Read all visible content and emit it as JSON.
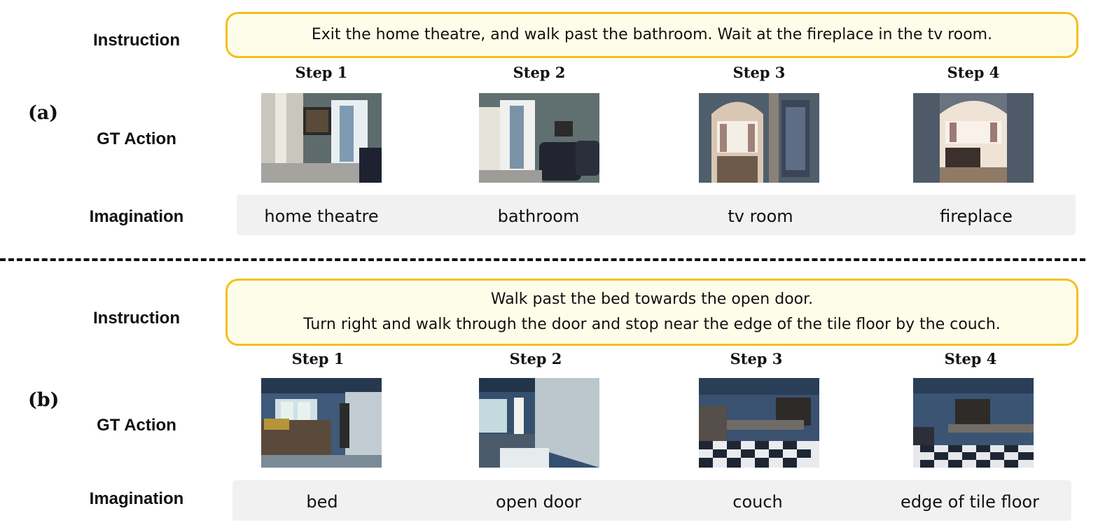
{
  "panels": [
    {
      "label": "(a)",
      "row_labels": {
        "instruction": "Instruction",
        "gt_action": "GT  Action",
        "imagination": "Imagination"
      },
      "instruction_lines": [
        "Exit the home theatre, and walk past the bathroom. Wait at the fireplace in the tv room."
      ],
      "steps": [
        {
          "label": "Step 1",
          "image": "home-theatre-doorway-photo",
          "imagination": "home theatre"
        },
        {
          "label": "Step 2",
          "image": "home-theatre-recliners-photo",
          "imagination": "bathroom"
        },
        {
          "label": "Step 3",
          "image": "archway-to-tv-room-photo",
          "imagination": "tv room"
        },
        {
          "label": "Step 4",
          "image": "tv-room-through-arch-photo",
          "imagination": "fireplace"
        }
      ]
    },
    {
      "label": "(b)",
      "row_labels": {
        "instruction": "Instruction",
        "gt_action": "GT  Action",
        "imagination": "Imagination"
      },
      "instruction_lines": [
        "Walk past the bed towards the open door.",
        "Turn right and walk through the door and stop near the edge of the tile floor by the couch."
      ],
      "steps": [
        {
          "label": "Step 1",
          "image": "bedroom-with-bed-photo",
          "imagination": "bed"
        },
        {
          "label": "Step 2",
          "image": "bedroom-open-door-photo",
          "imagination": "open door"
        },
        {
          "label": "Step 3",
          "image": "dining-room-checkered-floor-photo",
          "imagination": "couch"
        },
        {
          "label": "Step 4",
          "image": "dining-room-tile-floor-photo",
          "imagination": "edge of tile floor"
        }
      ]
    }
  ],
  "colors": {
    "instruction_border": "#f5bf1b",
    "instruction_fill": "#fefde9",
    "imagination_band": "#f1f1f1"
  }
}
